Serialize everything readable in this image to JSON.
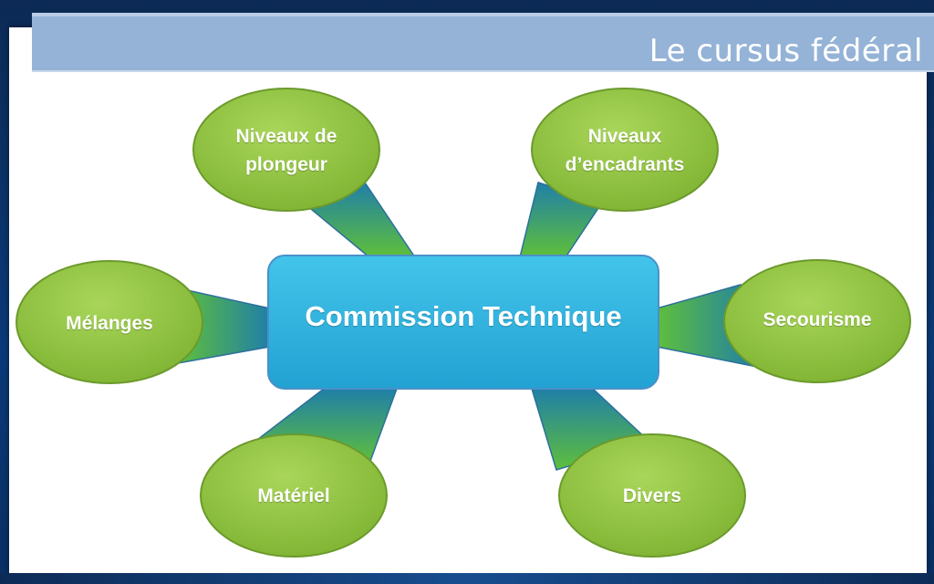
{
  "slide": {
    "title": "Le cursus fédéral"
  },
  "diagram": {
    "center": {
      "label": "Commission Technique"
    },
    "satellites": [
      {
        "id": "niveaux-plongeur",
        "label": "Niveaux de\nplongeur"
      },
      {
        "id": "niveaux-encadrants",
        "label": "Niveaux\nd’encadrants"
      },
      {
        "id": "melanges",
        "label": "Mélanges"
      },
      {
        "id": "secourisme",
        "label": "Secourisme"
      },
      {
        "id": "materiel",
        "label": "Matériel"
      },
      {
        "id": "divers",
        "label": "Divers"
      }
    ],
    "colors": {
      "center_fill": "#2fb3dc",
      "center_border": "#4a90c8",
      "satellite_fill": "#8fc43e",
      "satellite_border": "#6b9a2c",
      "connector": "#2e8f84"
    }
  }
}
